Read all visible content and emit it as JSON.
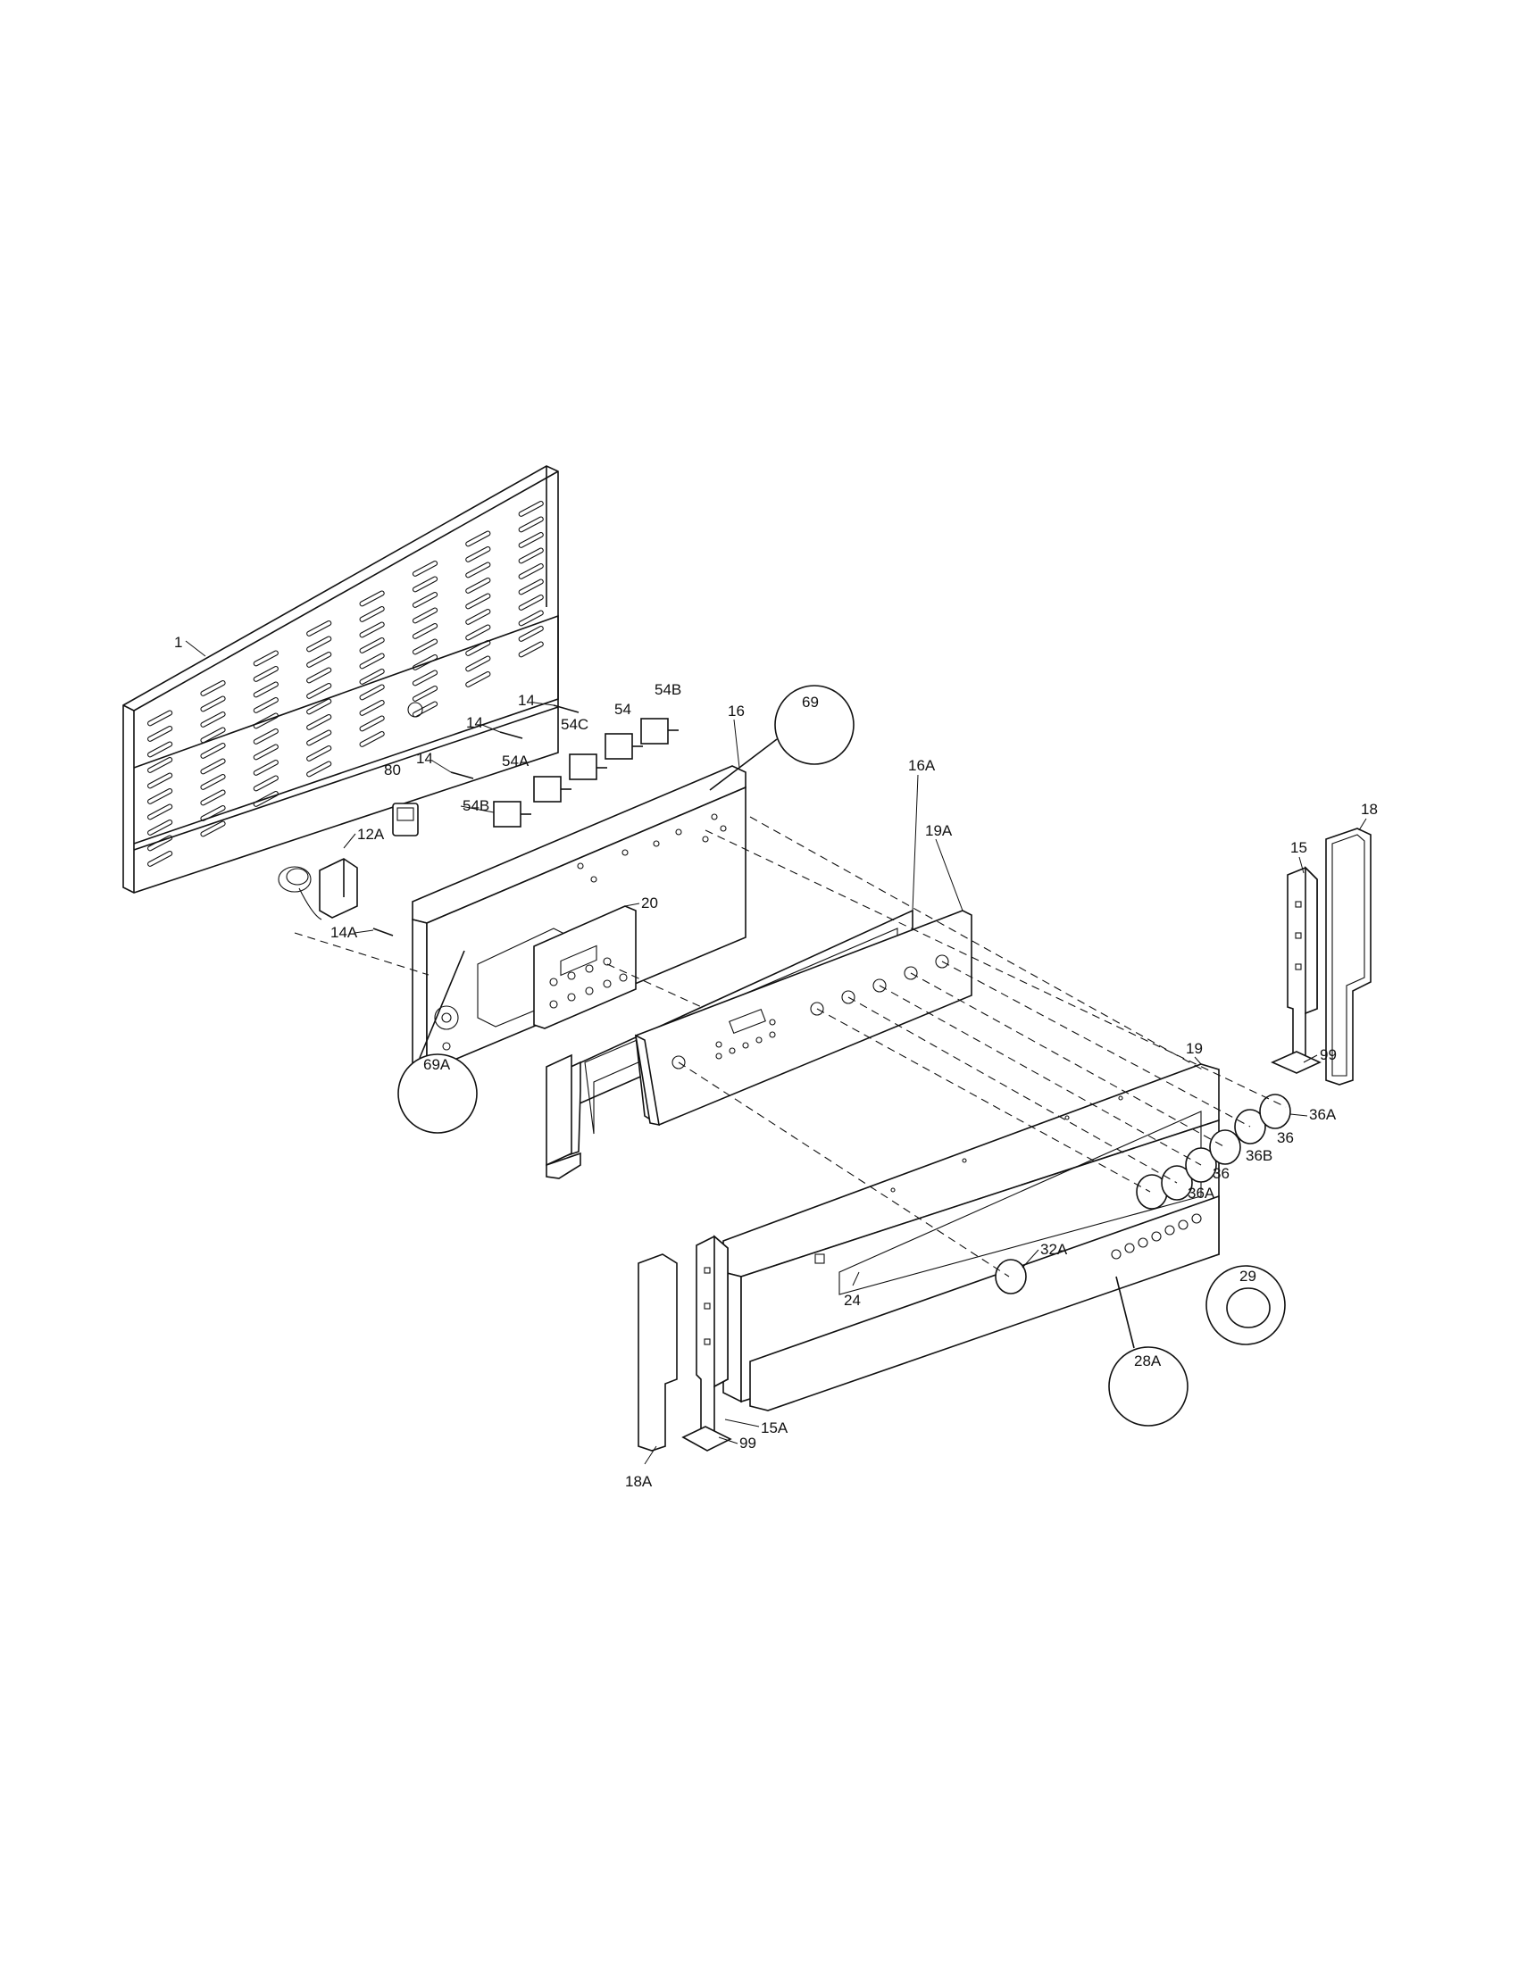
{
  "diagram": {
    "labels": {
      "p1": "1",
      "p12A": "12A",
      "p14a": "14",
      "p14b": "14",
      "p14c": "14",
      "p14A": "14A",
      "p15": "15",
      "p15A": "15A",
      "p16": "16",
      "p16A": "16A",
      "p18": "18",
      "p18A": "18A",
      "p19": "19",
      "p19A": "19A",
      "p20": "20",
      "p24": "24",
      "p28A": "28A",
      "p29": "29",
      "p32A": "32A",
      "p36a": "36",
      "p36b": "36",
      "p36A_top": "36A",
      "p36A_bottom": "36A",
      "p36B": "36B",
      "p54": "54",
      "p54A": "54A",
      "p54B_top": "54B",
      "p54B_left": "54B",
      "p54C": "54C",
      "p69": "69",
      "p69A": "69A",
      "p80": "80",
      "p99_right": "99",
      "p99_bottom": "99"
    },
    "colors": {
      "ink": "#111111",
      "paper": "#ffffff"
    }
  }
}
